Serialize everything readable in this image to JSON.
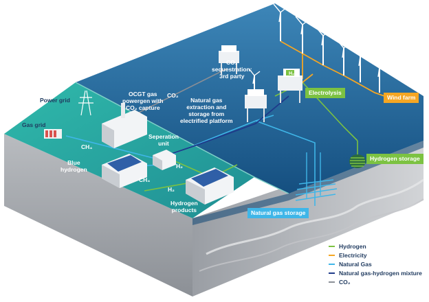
{
  "labels": {
    "power_grid": "Power grid",
    "gas_grid": "Gas grid",
    "ocgt": "OCGT gas\npowergen with\nCO₂ capture",
    "co2_near_ocgt": "CO₂",
    "sequestration": "CO₂\nsequestration:\n3rd party",
    "platform": "Natural gas\nextraction and\nstorage from\nelectrified platform",
    "separation": "Seperation\nunit",
    "ch4_upper": "CH₄",
    "ch4_lower": "CH₄",
    "blue_hydrogen": "Blue\nhydrogen",
    "h2_upper": "H₂",
    "h2_lower": "H₂",
    "hydrogen_products": "Hydrogen\nproducts",
    "h2_platform_badge": "H₂"
  },
  "tags": {
    "electrolysis": "Electrolysis",
    "wind_farm": "Wind farm",
    "hydrogen_storage": "Hydrogen storage",
    "natural_gas_storage": "Natural gas storage"
  },
  "legend": [
    {
      "label": "Hydrogen",
      "color": "#7cc242"
    },
    {
      "label": "Electricity",
      "color": "#f5a623"
    },
    {
      "label": "Natural Gas",
      "color": "#3fb6e8"
    },
    {
      "label": "Natural gas-hydrogen mixture",
      "color": "#1f3a8a"
    },
    {
      "label": "CO₂",
      "color": "#8a8f96"
    }
  ],
  "colors": {
    "hydrogen": "#7cc242",
    "electricity": "#f5a623",
    "natural_gas": "#3fb6e8",
    "mixture": "#1f3a8a",
    "co2": "#8a8f96",
    "sea": "#1f5f8f",
    "land": "#27a7a0"
  }
}
